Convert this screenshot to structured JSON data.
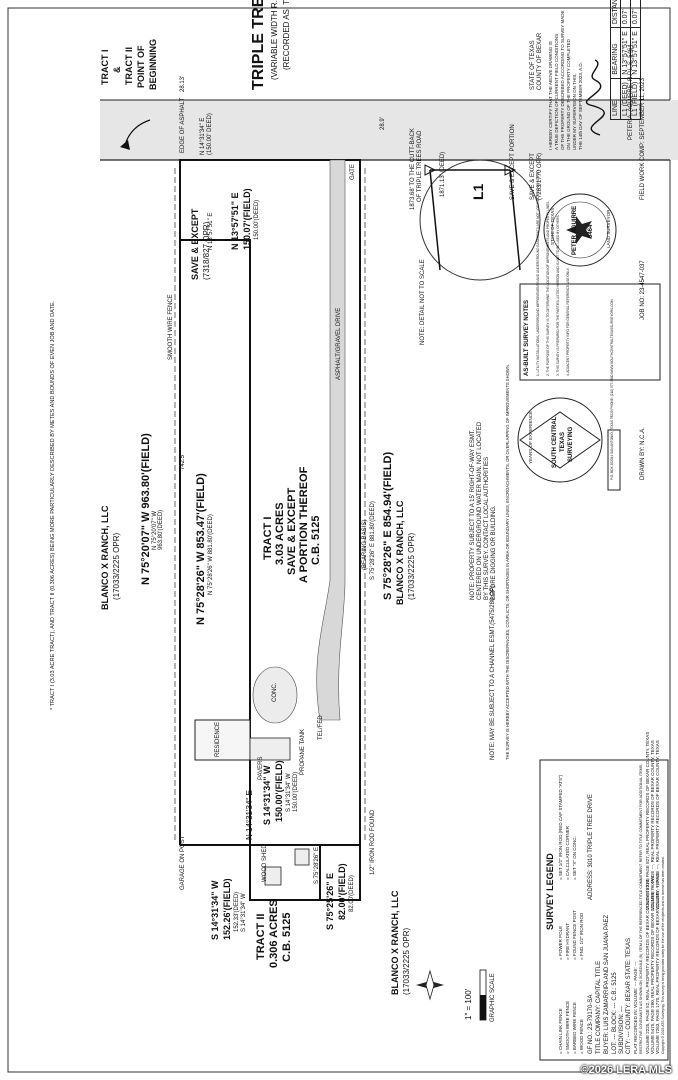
{
  "line_table": {
    "headers": [
      "LINE",
      "BEARING",
      "DISTANCE"
    ],
    "rows": [
      {
        "line": "L1 (DEED)",
        "bearing": "N 13°57'51\" E",
        "distance": "0.07'"
      },
      {
        "line": "L1 (FIELD)",
        "bearing": "N 13°57'51\" E",
        "distance": "0.07'"
      }
    ]
  },
  "graphic_scale": {
    "label": "1\" = 100'",
    "caption": "GRAPHIC SCALE",
    "ticks": [
      "100",
      "0",
      "50",
      "100"
    ]
  },
  "legend": {
    "title": "SURVEY LEGEND",
    "items": [
      "= CHAIN LINK FENCE",
      "= SMOOTH WIRE FENCE",
      "= BARBED WIRE FENCE",
      "= WOOD FENCE",
      "= POWER POLE",
      "= FIRE HYDRANT",
      "= FOUND FENCE POST",
      "= FND. 1/2\" IRON ROD",
      "= SET 1/2\" IRON ROD (RED CAP STAMPED \"ATS\")",
      "= CALCULATED CORNER",
      "= SET \"X\" ON CONC."
    ]
  },
  "info": {
    "address": "ADDRESS: 3010 TRIPLE TREE DRIVE",
    "gf": "GF NO.: 23-79170-SA",
    "title_company": "TITLE COMPANY: CAPITAL TITLE",
    "buyer": "BUYER: LUIS ZAMARRIPA AND SAN JUANA PAEZ",
    "lot_block": "LOT: ---  BLOCK: ---  C.B.: 5125",
    "subdivision": "SUBDIVISION: ---",
    "city_county": "CITY: ---   COUNTY: BEXAR   STATE: TEXAS",
    "plat": "PLAT RECORDED IN: VOLUME: ---  PAGE: ---",
    "restrictive": "RESTRICTIVE COVENANTS AS SHOWN ON SCHEDULE (B), ITEM 1 OF THE REFERENCED TITLE COMMITMENT. REFER TO TITLE COMMITMENT FOR ADDITIONAL ITEMS.",
    "volumes": [
      "VOLUME 2225, PAGE 52, REAL PROPERTY RECORDS OF BEXAR COUNTY, TEXAS",
      "VOLUME 5475, PAGE 280, REAL PROPERTY RECORDS OF BEXAR COUNTY, TEXAS",
      "VOLUME 7263, PAGE 1770, REAL PROPERTY RECORDS OF BEXAR COUNTY, TEXAS",
      "VOLUME 7318, PAGE 827, REAL PROPERTY RECORDS OF BEXAR COUNTY, TEXAS",
      "VOLUME ---, PAGE ---, REAL PROPERTY RECORDS OF BEXAR COUNTY, TEXAS",
      "VOLUME ---, PAGE ---, REAL PROPERTY RECORDS OF BEXAR COUNTY, TEXAS"
    ],
    "copyright": "Copyright © 2023 ATS Surveying. This survey is being provided solely for the use of the recipients and no license has been created."
  },
  "tract2": {
    "title": "TRACT II",
    "acres": "0.306 ACRES",
    "cb": "C.B. 5125",
    "west_bearing": "S 14°31'34\" W",
    "west_distance": "152.26'(FIELD)",
    "west_deed": "152.33'(DEED)",
    "west_deed_bearing": "S 14°31'34\" W",
    "south_bearing": "S 75°25'26\" E",
    "south_distance": "82.00'(FIELD)",
    "south_deed": "82.00'(DEED)",
    "south_deed_bearing": "S 75°28'26\" E",
    "common_bearing": "N 14°31'34\" E",
    "common_line_bearing": "S 14°31'34\" W",
    "common_distance": "150.00'(FIELD)",
    "common_deed": "150.00'(DEED)",
    "common_deed_bearing": "S 14°31'34\" W"
  },
  "tract1": {
    "title": "TRACT I",
    "acres": "3.03 ACRES",
    "save_except": "SAVE & EXCEPT",
    "portion": "A PORTION THEREOF",
    "cb": "C.B. 5125",
    "north_deed_bearing": "N 75°20'07\" W",
    "north_deed": "963.80'(DEED)",
    "north_field": "N 75°20'07\" W   963.80'(FIELD)",
    "north2": "N 75°28'26\" W   853.47'(FIELD)",
    "north2_deed": "N 75°28'26\" W   881.80'(DEED)",
    "south": "S 75°28'26\" E   854.94'(FIELD)",
    "south_deed": "S 75°28'26\" E   881.80'(DEED)",
    "basis": "(BEARING BASIS)",
    "east_deed_bearing": "N 13°57'51\" E",
    "east_bearing": "N 13°57'51\" E",
    "east_distance": "150.07'(FIELD)",
    "east_deed": "150.00'(DEED)",
    "dim_742": "742.5'",
    "note_acres": "* TRACT I (3.03 ACRE TRACT), AND TRACT II (0.306 ACRES) BEING MORE PARTICULARLY DESCRIBED BY METES AND BOUNDS OF EVEN JOB AND DATE."
  },
  "adjoiners": {
    "blanco_top": "BLANCO X RANCH, LLC",
    "blanco_top_rec": "(17033/2225 OPR)",
    "blanco_left": "BLANCO X RANCH, LLC",
    "blanco_left_rec": "(17033/2225 OPR)",
    "blanco_bottom": "BLANCO X RANCH, LLC",
    "blanco_bottom_rec": "(17033/2225 OPR)",
    "save_except_right": "SAVE & EXCEPT",
    "save_except_right_rec": "(7318/827 OPR)",
    "save_except_detail": "SAVE & EXCEPT",
    "save_except_detail_rec": "(7263/1770 OPR)",
    "save_except_detail2": "SAVE & EXCEPT PORTION",
    "detail_note": "NOTE: DETAIL NOT TO SCALE",
    "l1": "L1"
  },
  "road": {
    "name": "TRIPLE TREE DRIVE",
    "sub1": "(VARIABLE WIDTH R.O.W., ASPHALT PAVEMENT)",
    "sub2": "(RECORDED AS: TRIPLE TREES ROAD)",
    "cutback": "1873.68' TO THE CUTT-BACK",
    "cutback2": "OF TRIPLE TREES ROAD",
    "cutback_deed": "1871.13' (DEED)",
    "edge": "EDGE OF ASPHALT",
    "pob1": "TRACT I",
    "pob2": "&",
    "pob3": "TRACT II",
    "pob4": "POINT OF",
    "pob5": "BEGINNING",
    "dim_2813": "28.13'",
    "dim_289": "28.9'",
    "dim_bottom": "N 14°31'34\" E",
    "dim_bottom2": "(150.00' DEED)"
  },
  "labels": {
    "residence": "RESIDENCE",
    "pavers": "PAVERS",
    "conc": "CONC.",
    "garage": "GARAGE ON POST",
    "tank": "PROPANE TANK",
    "tel": "TEL/FED",
    "asphalt": "ASPHALT/GRAVEL DRIVE",
    "smooth": "SMOOTH WIRE FENCE",
    "gate": "GATE",
    "wood_shed": "WOOD SHED",
    "found": "1/2\" IRON ROD FOUND",
    "note_channel": "NOTE: MAY BE SUBJECT TO A CHANNEL ESMT.(5475/280 OP)",
    "note_accepted": "THE SURVEY IS HEREBY ACCEPTED WITH THE DISCREPANCIES, CONFLICTS, OR SHORTAGES IN AREA OR BOUNDARY LINES, ENCROACHMENTS, OR OVERLAPPING OF IMPROVEMENTS SHOWN.",
    "note_subject1": "NOTE: PROPERTY SUBJECT TO A 15' RIGHT-OF-WAY ESMT.",
    "note_subject2": "CENTERED ON UNDERGROUND WATER MAIN. NOT LOCATED",
    "note_subject3": "BY THIS SURVEY. CONTACT LOCAL AUTHORITIES",
    "note_subject4": "BEFORE DIGGING OR BUILDING."
  },
  "notes_box": {
    "title": "AS-BUILT SURVEY NOTES",
    "items": [
      "1. UTILITY INSTALLATIONS, UNDERGROUND IMPROVEMENTS AND UNDERGROUND EASEMENTS ARE NOT LOCATED BY THIS SURVEY.",
      "2. THE PURPOSE OF THIS SURVEY IS TO DETERMINE THE LOCATION OF IMPROVEMENTS AND PROPERTY LINES.",
      "3. THIS SURVEY IS PREPARED FOR THE PARTIES LISTED HEREON AND IS NOT TO BE USED BY OTHERS.",
      "4. ADJACENT PROPERTY INFO FOR GENERAL REFERENCE USE ONLY."
    ]
  },
  "company": {
    "seal_line1": "YEARS OF EXPERIENCE",
    "seal_line2": "SOUTH CENTRAL",
    "seal_line3": "TEXAS",
    "seal_line4": "SURVEYING",
    "address": "P.O. BOX 202044 SAN ANTONIO, TEXAS 78220 PHONE: (210) 977-9800 WWW.SOUTHCENTRALTEXASSURVEYORS.COM",
    "drawn": "DRAWN BY: N.C.A.",
    "job": "JOB NO: 23-4547-037",
    "field": "FIELD WORK COMP: SEPTEMBER 11, 2023"
  },
  "certification": {
    "state": "STATE OF TEXAS",
    "county": "COUNTY OF BEXAR",
    "text1": "I HEREBY CERTIFY THAT THE ABOVE DRAWING IS",
    "text2": "A TRUE DEPICTION OF CURRENT FIELD CONDITIONS",
    "text3": "OF THE PROPERTY DESCRIBED ACCORDING TO SURVEY MADE",
    "text4": "ON THE GROUND OF THE PROPERTY COMPLETED",
    "text5": "UNDER MY SUPERVISION ON THIS,",
    "text6": "THE 14th DAY OF SEPTEMBER 2023, A.D.",
    "signer": "PETER A. AGUIRRE, R.P.L.S. 5464",
    "seal_state": "STATE OF TEXAS",
    "seal_name": "PETER AGUIRRE",
    "seal_number": "5464",
    "seal_bottom": "LAND SURVEYOR"
  },
  "watermark": "©2026 LERA MLS"
}
